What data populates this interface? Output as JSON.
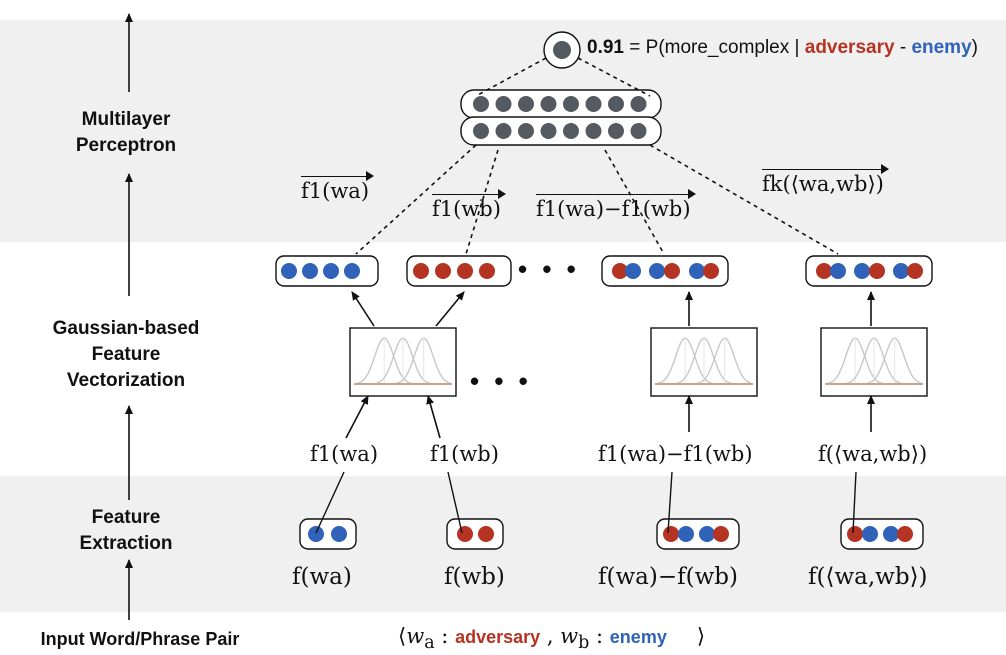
{
  "stages": {
    "mlp": [
      "Multilayer",
      "Perceptron"
    ],
    "gaussian": [
      "Gaussian-based",
      "Feature",
      "Vectorization"
    ],
    "extraction": [
      "Feature",
      "Extraction"
    ],
    "input": "Input Word/Phrase Pair"
  },
  "output": {
    "score": "0.91",
    "equals": " = ",
    "prob_open": "P(more_complex | ",
    "word_a": "adversary",
    "dash": " - ",
    "word_b": "enemy",
    "prob_close": ")"
  },
  "input_pair": {
    "open": "⟨",
    "wa_var": "w",
    "wa_sub": "a",
    "colon_a": " : ",
    "word_a": "adversary",
    "comma": "  , ",
    "wb_var": "w",
    "wb_sub": "b",
    "colon_b": " :  ",
    "word_b": "enemy",
    "close": "⟩"
  },
  "vector_labels": [
    "f1(wa)",
    "f1(wb)",
    "f1(wa)−f1(wb)",
    "fk(⟨wa,wb⟩)"
  ],
  "feature_labels": [
    "f1(wa)",
    "f1(wb)",
    "f1(wa)−f1(wb)",
    "f(⟨wa,wb⟩)"
  ],
  "extraction_labels": [
    "f(wa)",
    "f(wb)",
    "f(wa)−f(wb)",
    "f(⟨wa,wb⟩)"
  ],
  "ellipsis": "• • •",
  "colors": {
    "blue": "#2f62b8",
    "red": "#b53323",
    "neuron": "#555a60",
    "band": "#f0f0f0",
    "curve": "#c8c8c8",
    "baseline": "#c9a38a"
  }
}
